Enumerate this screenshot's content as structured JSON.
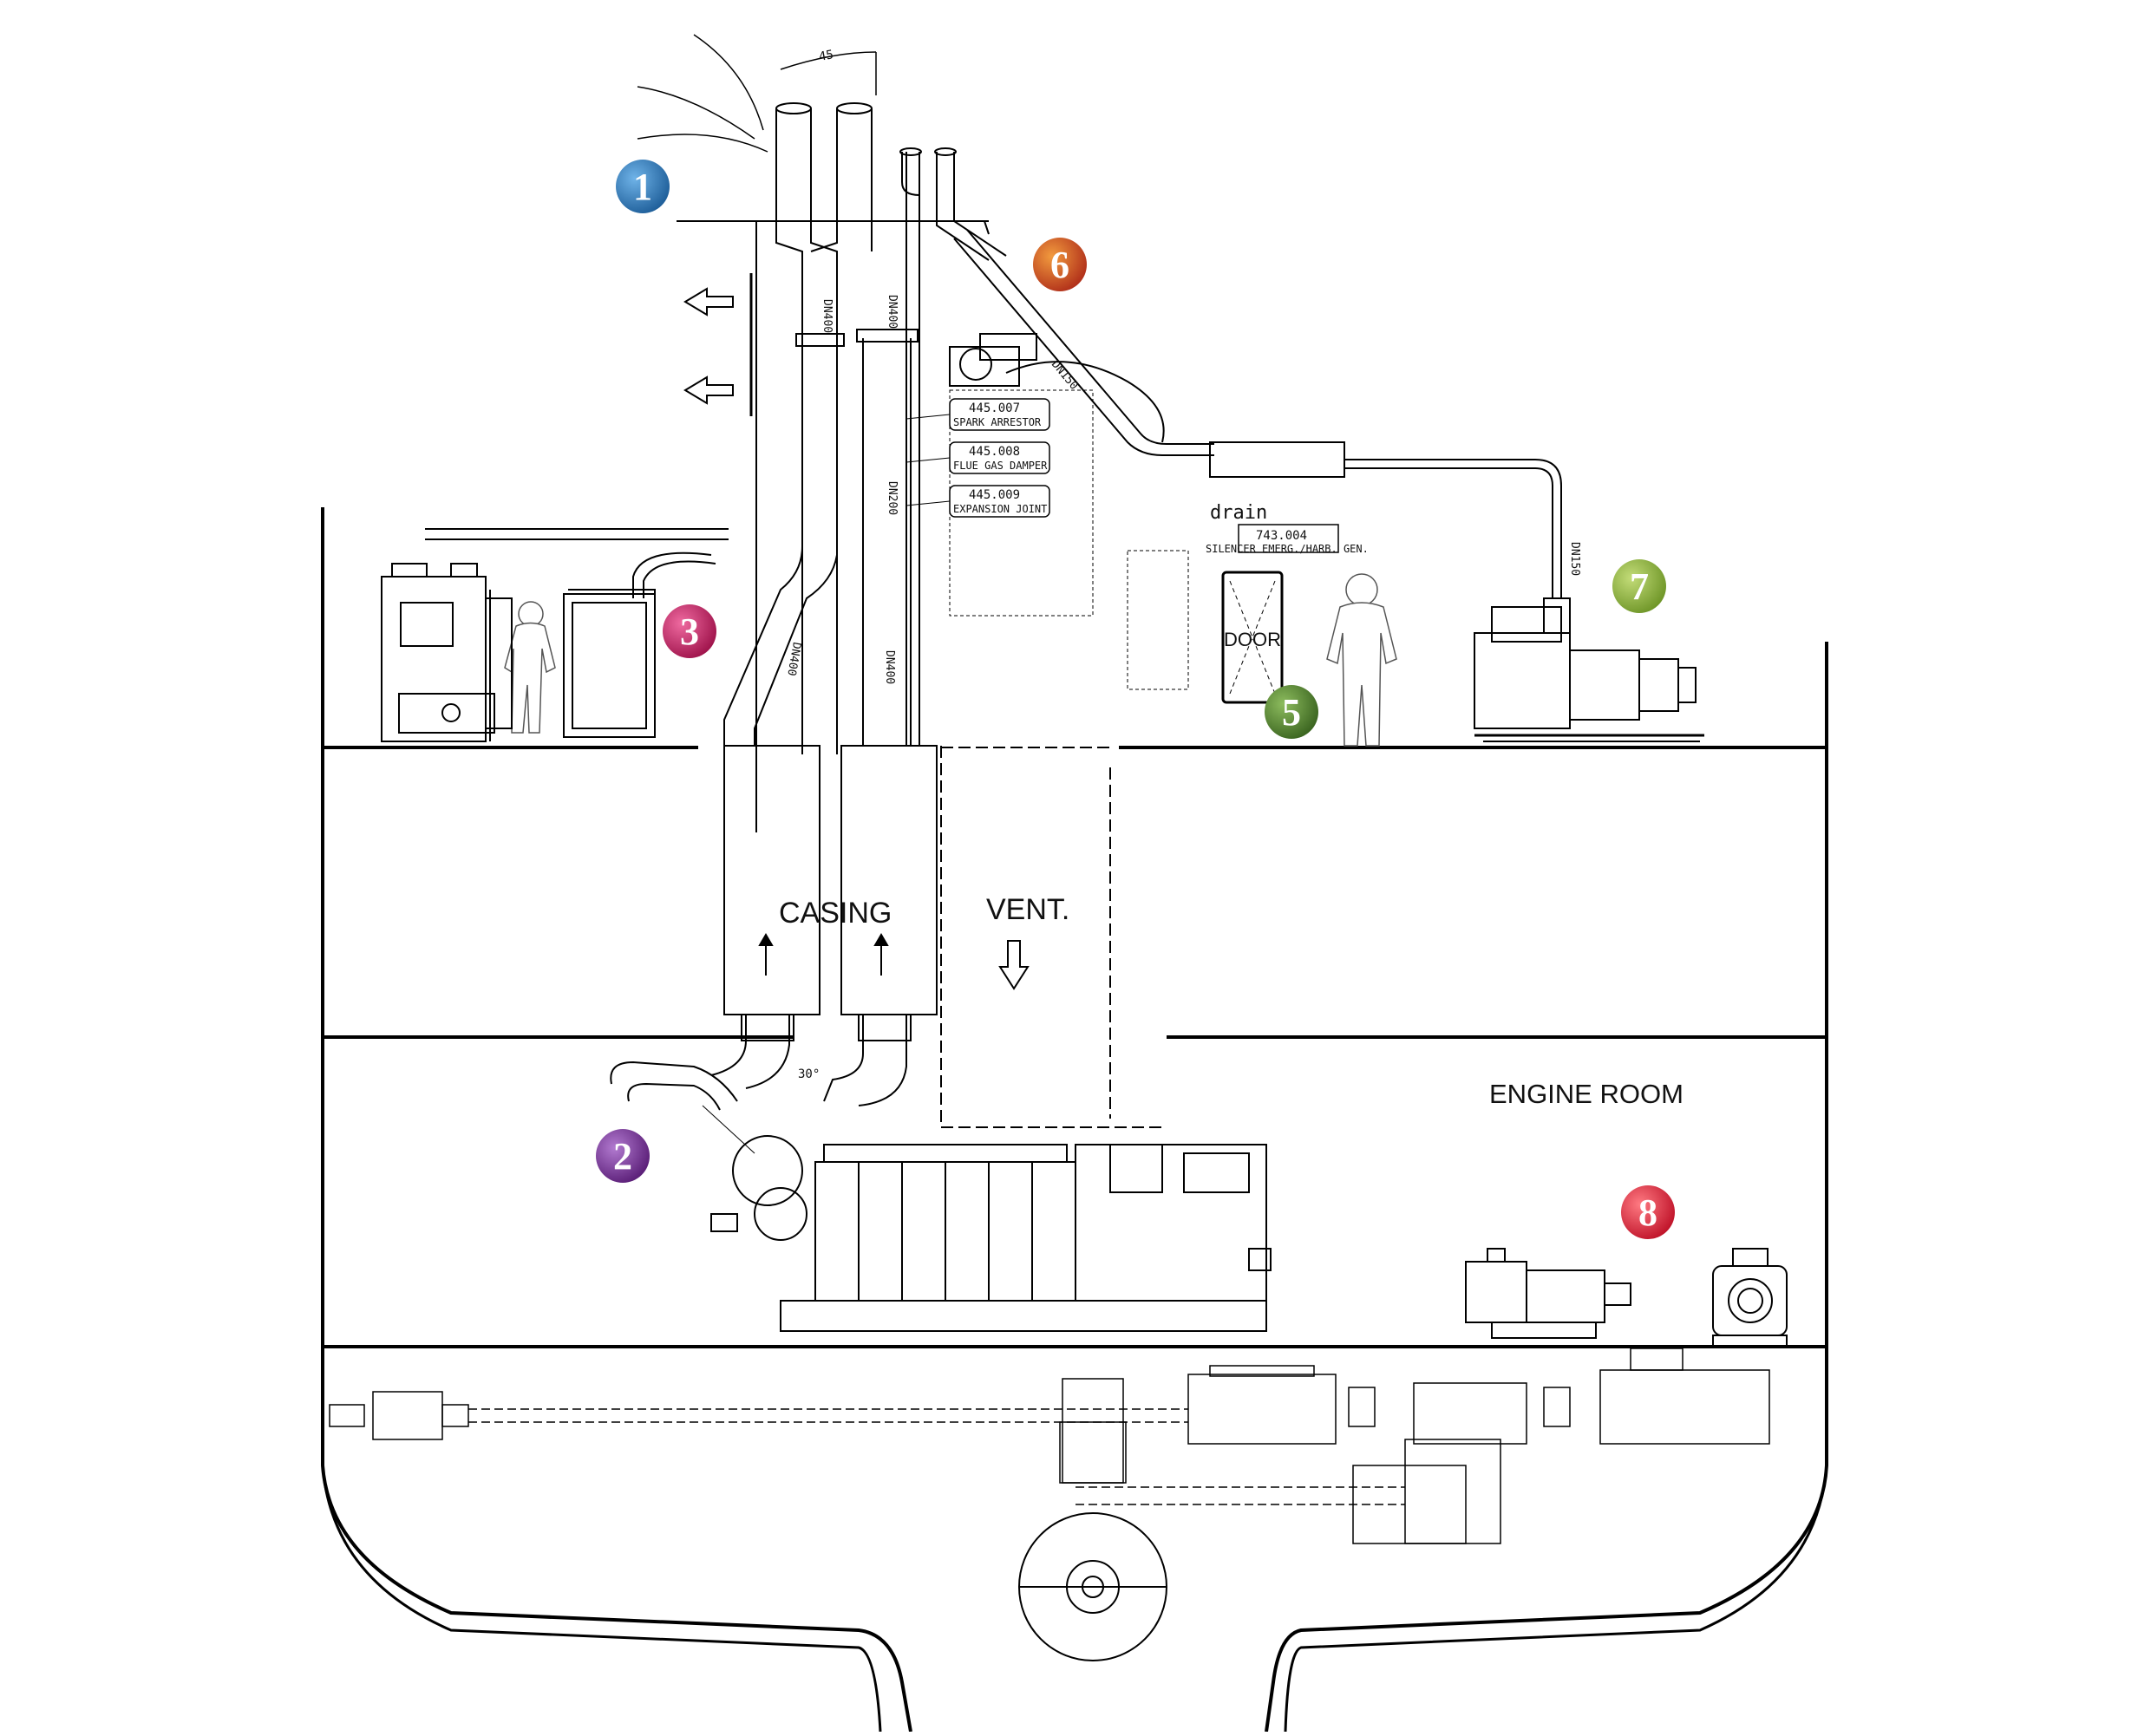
{
  "labels": {
    "casing": "CASING",
    "vent": "VENT.",
    "door": "DOOR",
    "engine_room": "ENGINE ROOM",
    "drain": "drain",
    "angle": "45",
    "angle_lower": "30°"
  },
  "tags": [
    {
      "code": "445.007",
      "name": "SPARK ARRESTOR"
    },
    {
      "code": "445.008",
      "name": "FLUE GAS DAMPER"
    },
    {
      "code": "445.009",
      "name": "EXPANSION JOINT"
    }
  ],
  "silencer_tag": {
    "code": "743.004",
    "name": "SILENCER EMERG./HARB. GEN."
  },
  "pipe_labels": [
    "DN400",
    "DN400",
    "DN400",
    "DN400",
    "DN200",
    "DN150",
    "DN150"
  ],
  "badges": [
    {
      "number": "1",
      "color": "#1f6fb5"
    },
    {
      "number": "2",
      "color": "#6e2c8f"
    },
    {
      "number": "3",
      "color": "#c2185b"
    },
    {
      "number": "5",
      "color": "#4e7d2c"
    },
    {
      "number": "6",
      "color": "#d4571c"
    },
    {
      "number": "7",
      "color": "#8cb33a"
    },
    {
      "number": "8",
      "color": "#e02a3a"
    }
  ],
  "icons": {
    "exhaust_arrow": "arrow-left-icon",
    "flow_arrow": "arrow-up-icon",
    "vent_arrow": "arrow-down-icon"
  }
}
